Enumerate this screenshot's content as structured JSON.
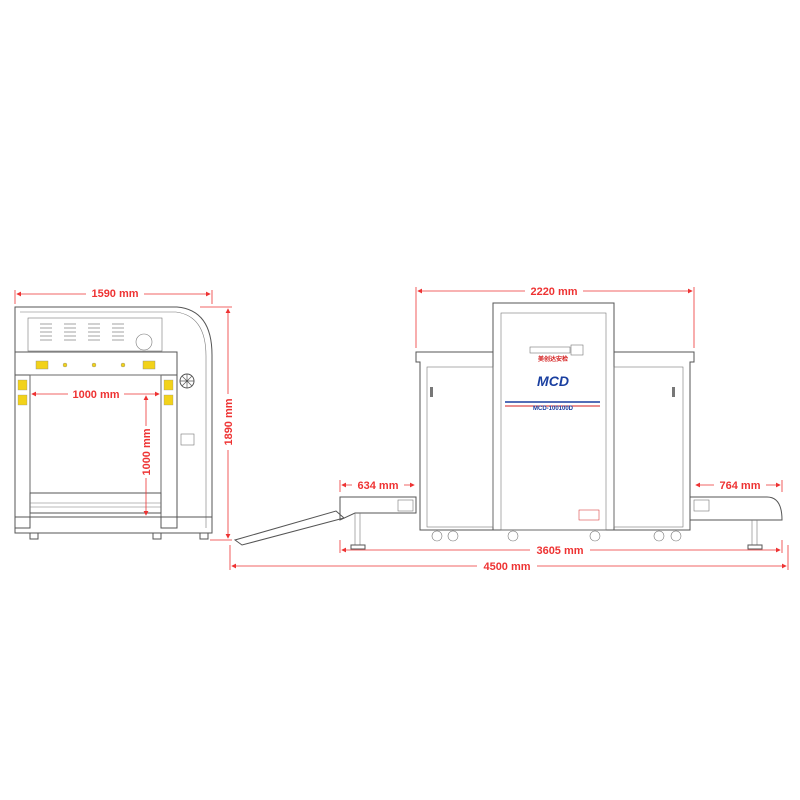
{
  "front_view": {
    "width_label": "1590 mm",
    "height_label": "1890 mm",
    "tunnel_width_label": "1000 mm",
    "tunnel_height_label": "1000 mm"
  },
  "side_view": {
    "length_label": "2220 mm",
    "inlet_label": "634 mm",
    "outlet_label": "764 mm",
    "conveyor_label": "3605 mm",
    "total_label": "4500 mm",
    "brand_logo": "MCD",
    "brand_subtitle": "美创达安检",
    "model_label": "MCD-100100D"
  },
  "colors": {
    "dimension": "#e33333",
    "outline": "#555555",
    "brand_blue": "#1a3fa0",
    "brand_red": "#d42020",
    "warning_yellow": "#f2d21a"
  }
}
